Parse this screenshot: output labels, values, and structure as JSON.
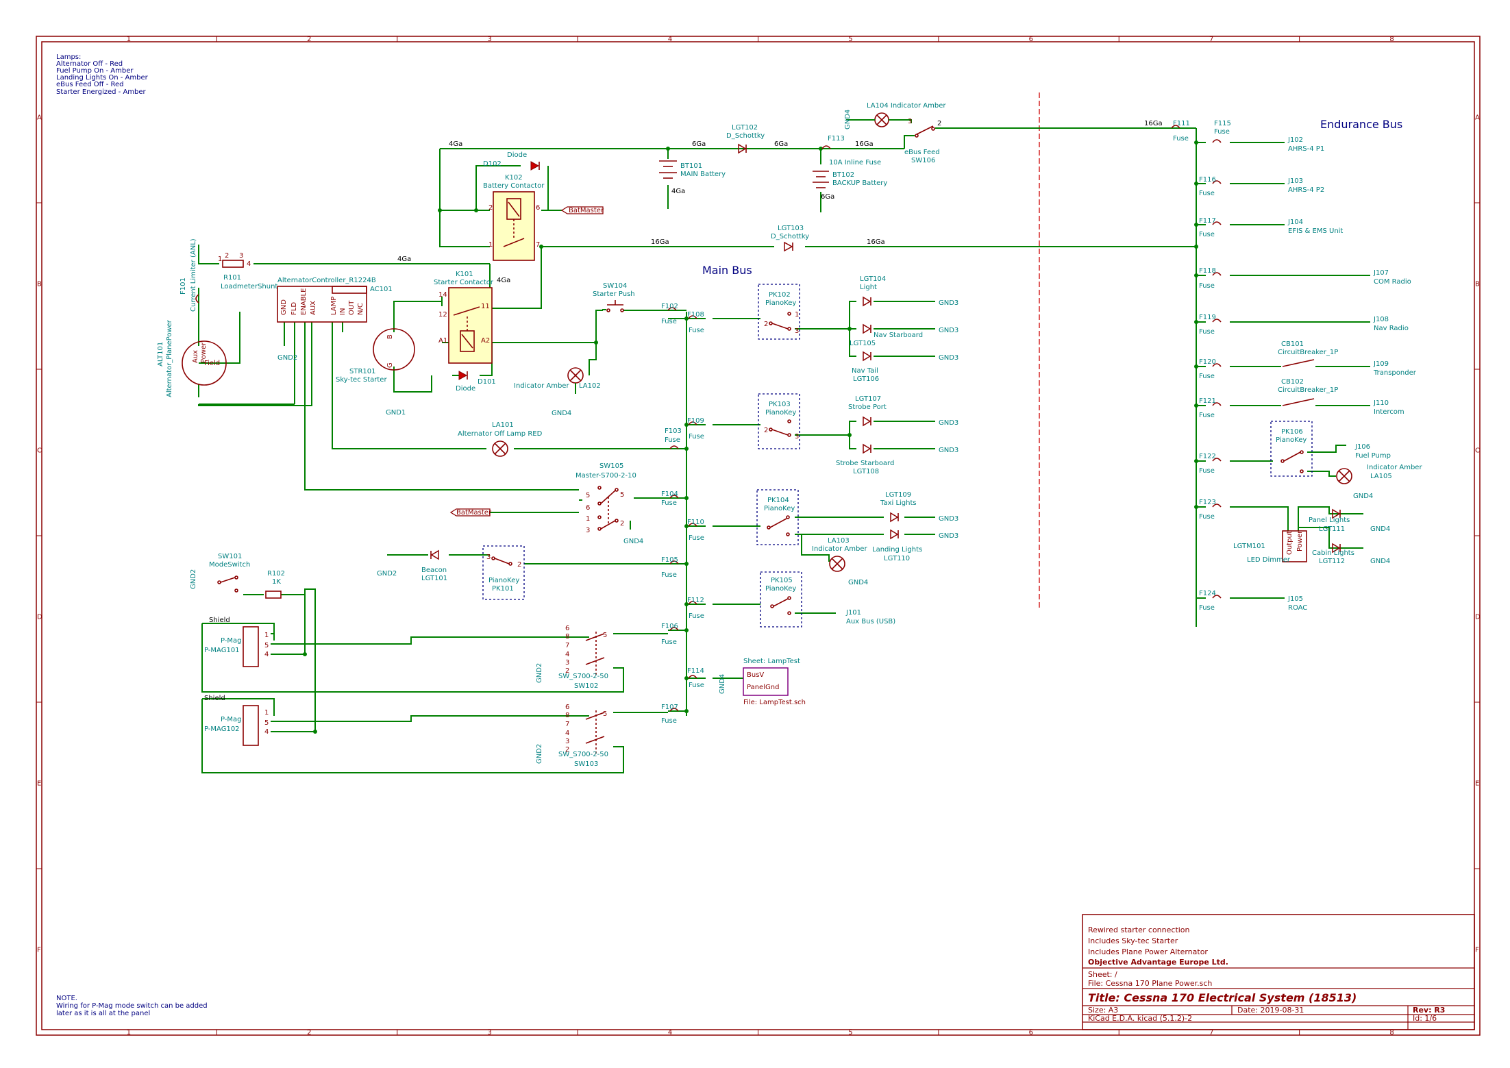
{
  "notes": {
    "lamps": [
      "Lamps:",
      "Alternator Off - Red",
      "Fuel Pump On - Amber",
      "Landing Lights On - Amber",
      "eBus Feed Off - Red",
      "Starter Energized - Amber"
    ],
    "bottom": [
      "NOTE.",
      "Wiring for P-Mag mode switch can be added",
      "later as it is all at the panel"
    ]
  },
  "grid": {
    "cols": [
      "1",
      "2",
      "3",
      "4",
      "5",
      "6",
      "7",
      "8"
    ],
    "rows": [
      "A",
      "B",
      "C",
      "D",
      "E",
      "F"
    ]
  },
  "buses": {
    "main": "Main Bus",
    "endurance": "Endurance Bus"
  },
  "wire_labels": {
    "w4ga": "4Ga",
    "w6ga": "6Ga",
    "w16ga": "16Ga",
    "w2": "2"
  },
  "components": {
    "d102": [
      "Diode",
      "D102"
    ],
    "k102": [
      "K102",
      "Battery Contactor"
    ],
    "batmaster": "BatMaster",
    "bt101": [
      "BT101",
      "MAIN Battery"
    ],
    "bt102": [
      "BT102",
      "BACKUP Battery"
    ],
    "lgt102": [
      "LGT102",
      "D_Schottky"
    ],
    "lgt103": [
      "LGT103",
      "D_Schottky"
    ],
    "f113": [
      "F113",
      "10A Inline Fuse"
    ],
    "la104": "LA104 Indicator Amber",
    "sw106": [
      "eBus Feed",
      "SW106"
    ],
    "f111": [
      "F111",
      "Fuse"
    ],
    "r101": [
      "R101",
      "LoadmeterShunt"
    ],
    "f101": [
      "F101",
      "Current Limiter (ANL)"
    ],
    "alt": [
      "ALT101",
      "Alternator_PlanePower"
    ],
    "ac101": [
      "AlternatorController_R1224B",
      "AC101"
    ],
    "k101": [
      "K101",
      "Starter Contactor"
    ],
    "str101": [
      "STR101",
      "Sky-tec Starter"
    ],
    "d101": [
      "Diode",
      "D101"
    ],
    "sw104": [
      "SW104",
      "Starter Push"
    ],
    "la102": [
      "Indicator Amber",
      "LA102"
    ],
    "la101": [
      "LA101",
      "Alternator Off Lamp RED"
    ],
    "sw105": [
      "SW105",
      "Master-S700-2-10"
    ],
    "pk101": [
      "PianoKey",
      "PK101"
    ],
    "lgt101": [
      "Beacon",
      "LGT101"
    ],
    "sw101": [
      "SW101",
      "ModeSwitch"
    ],
    "r102": [
      "R102",
      "1K"
    ],
    "pmag1": [
      "Shield",
      "P-Mag",
      "P-MAG101"
    ],
    "pmag2": [
      "Shield",
      "P-Mag",
      "P-MAG102"
    ],
    "sw102": [
      "SW_S700-2-50",
      "SW102"
    ],
    "sw103": [
      "SW_S700-2-50",
      "SW103"
    ],
    "pk102": [
      "PK102",
      "PianoKey"
    ],
    "pk103": [
      "PK103",
      "PianoKey"
    ],
    "pk104": [
      "PK104",
      "PianoKey"
    ],
    "pk105": [
      "PK105",
      "PianoKey"
    ],
    "pk106": [
      "PK106",
      "PianoKey"
    ],
    "lgt104": [
      "LGT104",
      "Light"
    ],
    "navstbd": "Nav Starboard",
    "lgt105": "LGT105",
    "lgt106": [
      "Nav Tail",
      "LGT106"
    ],
    "lgt107": [
      "LGT107",
      "Strobe Port"
    ],
    "lgt108": [
      "Strobe Starboard",
      "LGT108"
    ],
    "lgt109": [
      "LGT109",
      "Taxi Lights"
    ],
    "la103": [
      "LA103",
      "Indicator Amber"
    ],
    "lgt110": [
      "Landing Lights",
      "LGT110"
    ],
    "j101": [
      "J101",
      "Aux Bus (USB)"
    ],
    "lamptest": [
      "Sheet: LampTest",
      "BusV",
      "PanelGnd",
      "File: LampTest.sch"
    ],
    "j102": [
      "J102",
      "AHRS-4 P1"
    ],
    "j103": [
      "J103",
      "AHRS-4 P2"
    ],
    "j104": [
      "J104",
      "EFIS & EMS Unit"
    ],
    "j107": [
      "J107",
      "COM Radio"
    ],
    "j108": [
      "J108",
      "Nav Radio"
    ],
    "cb101": [
      "CB101",
      "CircuitBreaker_1P"
    ],
    "j109": [
      "J109",
      "Transponder"
    ],
    "cb102": [
      "CB102",
      "CircuitBreaker_1P"
    ],
    "j110": [
      "J110",
      "Intercom"
    ],
    "j106": [
      "J106",
      "Fuel Pump"
    ],
    "la105": [
      "Indicator Amber",
      "LA105"
    ],
    "ltgm101": [
      "LGTM101",
      "LED Dimmer"
    ],
    "lgt111": [
      "Panel Lights",
      "LGT111"
    ],
    "lgt112": [
      "Cabin Lights",
      "LGT112"
    ],
    "j105": [
      "J105",
      "ROAC"
    ]
  },
  "fuses": {
    "f102": "F102",
    "f103": "F103",
    "f104": "F104",
    "f105": "F105",
    "f106": "F106",
    "f107": "F107",
    "f108": "F108",
    "f109": "F109",
    "f110": "F110",
    "f112": "F112",
    "f114": "F114",
    "f115": "F115",
    "f116": "F116",
    "f117": "F117",
    "f118": "F118",
    "f119": "F119",
    "f120": "F120",
    "f121": "F121",
    "f122": "F122",
    "f123": "F123",
    "f124": "F124",
    "fuse": "Fuse"
  },
  "grounds": {
    "gnd1": "GND1",
    "gnd2": "GND2",
    "gnd3": "GND3",
    "gnd4": "GND4"
  },
  "title_block": {
    "notes": [
      "Rewired starter connection",
      "Includes Sky-tec Starter",
      "Includes Plane Power Alternator"
    ],
    "company": "Objective Advantage Europe Ltd.",
    "sheet": "Sheet: /",
    "file": "File: Cessna 170 Plane Power.sch",
    "title": "Title: Cessna 170 Electrical System (18513)",
    "size": "Size: A3",
    "date": "Date: 2019-08-31",
    "rev": "Rev: R3",
    "kicad": "KiCad E.D.A.  kicad (5.1.2)-2",
    "id": "Id: 1/6"
  }
}
